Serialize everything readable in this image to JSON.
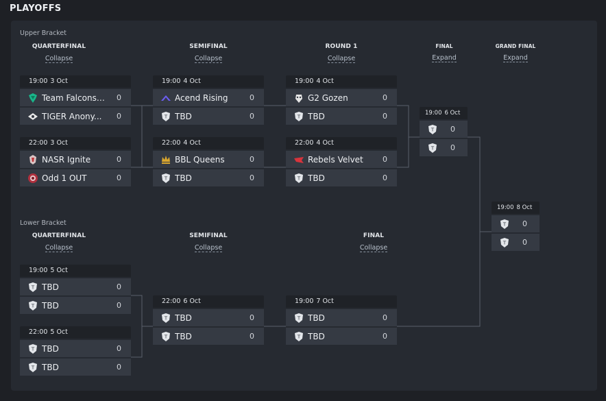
{
  "page_title": "PLAYOFFS",
  "upper": {
    "label": "Upper Bracket",
    "columns": [
      {
        "title": "QUARTERFINAL",
        "toggle": "Collapse"
      },
      {
        "title": "SEMIFINAL",
        "toggle": "Collapse"
      },
      {
        "title": "ROUND 1",
        "toggle": "Collapse"
      },
      {
        "title": "FINAL",
        "toggle": "Expand"
      },
      {
        "title": "GRAND FINAL",
        "toggle": "Expand"
      }
    ],
    "matches": [
      {
        "time": "19:00",
        "date": "3 Oct",
        "teams": [
          {
            "name": "Team Falcons ...",
            "score": "0",
            "icon": "falcon-logo"
          },
          {
            "name": "TIGER Anony...",
            "score": "0",
            "icon": "tiger-logo"
          }
        ]
      },
      {
        "time": "22:00",
        "date": "3 Oct",
        "teams": [
          {
            "name": "NASR Ignite",
            "score": "0",
            "icon": "nasr-logo"
          },
          {
            "name": "Odd 1 OUT",
            "score": "0",
            "icon": "odd1out-logo"
          }
        ]
      },
      {
        "time": "19:00",
        "date": "4 Oct",
        "teams": [
          {
            "name": "Acend Rising",
            "score": "0",
            "icon": "acend-logo"
          },
          {
            "name": "TBD",
            "score": "0",
            "icon": "tbd-shield"
          }
        ]
      },
      {
        "time": "22:00",
        "date": "4 Oct",
        "teams": [
          {
            "name": "BBL Queens",
            "score": "0",
            "icon": "bbl-logo"
          },
          {
            "name": "TBD",
            "score": "0",
            "icon": "tbd-shield"
          }
        ]
      },
      {
        "time": "19:00",
        "date": "4 Oct",
        "teams": [
          {
            "name": "G2 Gozen",
            "score": "0",
            "icon": "g2-logo"
          },
          {
            "name": "TBD",
            "score": "0",
            "icon": "tbd-shield"
          }
        ]
      },
      {
        "time": "22:00",
        "date": "4 Oct",
        "teams": [
          {
            "name": "Rebels Velvet",
            "score": "0",
            "icon": "rebels-logo"
          },
          {
            "name": "TBD",
            "score": "0",
            "icon": "tbd-shield"
          }
        ]
      },
      {
        "time": "19:00",
        "date": "6 Oct",
        "teams": [
          {
            "name": "",
            "score": "0",
            "icon": "tbd-shield"
          },
          {
            "name": "",
            "score": "0",
            "icon": "tbd-shield"
          }
        ]
      },
      {
        "time": "19:00",
        "date": "8 Oct",
        "teams": [
          {
            "name": "",
            "score": "0",
            "icon": "tbd-shield"
          },
          {
            "name": "",
            "score": "0",
            "icon": "tbd-shield"
          }
        ]
      }
    ]
  },
  "lower": {
    "label": "Lower Bracket",
    "columns": [
      {
        "title": "QUARTERFINAL",
        "toggle": "Collapse"
      },
      {
        "title": "SEMIFINAL",
        "toggle": "Collapse"
      },
      {
        "title": "FINAL",
        "toggle": "Collapse"
      }
    ],
    "matches": [
      {
        "time": "19:00",
        "date": "5 Oct",
        "teams": [
          {
            "name": "TBD",
            "score": "0",
            "icon": "tbd-shield"
          },
          {
            "name": "TBD",
            "score": "0",
            "icon": "tbd-shield"
          }
        ]
      },
      {
        "time": "22:00",
        "date": "5 Oct",
        "teams": [
          {
            "name": "TBD",
            "score": "0",
            "icon": "tbd-shield"
          },
          {
            "name": "TBD",
            "score": "0",
            "icon": "tbd-shield"
          }
        ]
      },
      {
        "time": "22:00",
        "date": "6 Oct",
        "teams": [
          {
            "name": "TBD",
            "score": "0",
            "icon": "tbd-shield"
          },
          {
            "name": "TBD",
            "score": "0",
            "icon": "tbd-shield"
          }
        ]
      },
      {
        "time": "19:00",
        "date": "7 Oct",
        "teams": [
          {
            "name": "TBD",
            "score": "0",
            "icon": "tbd-shield"
          },
          {
            "name": "TBD",
            "score": "0",
            "icon": "tbd-shield"
          }
        ]
      }
    ]
  },
  "colors": {
    "background": "#1e2025",
    "panel": "#262a31",
    "row": "#353a43",
    "header": "#1f2227",
    "connector": "#5a606a"
  }
}
